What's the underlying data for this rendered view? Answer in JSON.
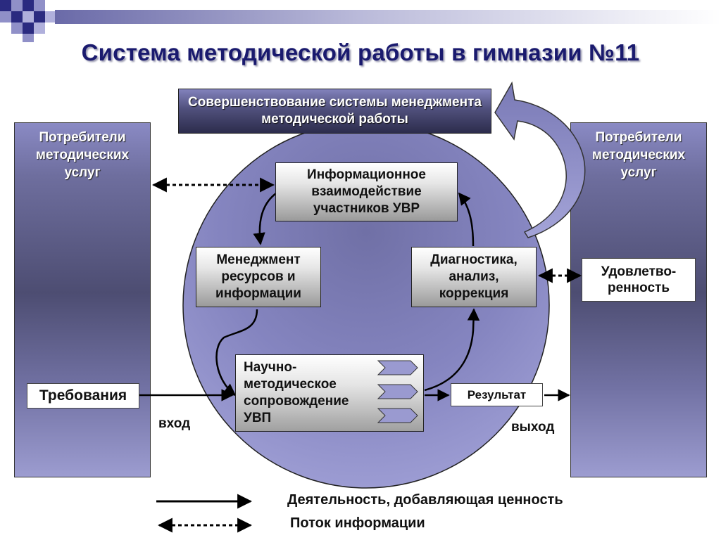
{
  "title": "Система  методической работы в гимназии №11",
  "colors": {
    "accent_navy": "#1a1a6e",
    "panel_mid": "#4d4d72",
    "circle_fill": "#8a8ac4",
    "arrow_fill": "#9a9ad2"
  },
  "left_panel": {
    "title": "Потребители методических услуг",
    "input_box": "Требования"
  },
  "right_panel": {
    "title": "Потребители методических услуг",
    "feedback_box": "Удовлетво-ренность"
  },
  "top_banner": "Совершенствование системы менеджмента методической работы",
  "cycle": {
    "info": "Информационное взаимодействие участников УВР",
    "management": "Менеджмент ресурсов и информации",
    "diagnostics": "Диагностика, анализ, коррекция",
    "support": "Научно-методическое сопровождение УВП"
  },
  "result_box": "Результат",
  "flow_labels": {
    "input": "вход",
    "output": "выход"
  },
  "legend": {
    "value_added": "Деятельность, добавляющая ценность",
    "info_flow": "Поток  информации"
  }
}
